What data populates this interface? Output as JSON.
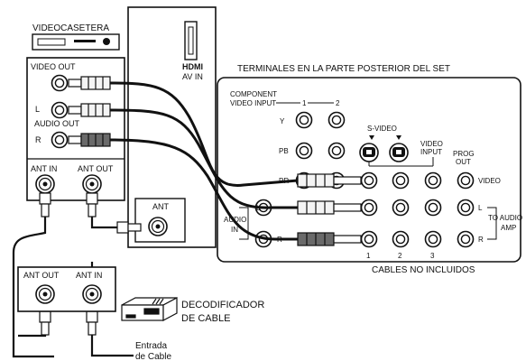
{
  "vcr": {
    "title": "VIDEOCASETERA",
    "video_out": "VIDEO OUT",
    "l": "L",
    "audio_out": "AUDIO OUT",
    "r": "R",
    "ant_in": "ANT  IN",
    "ant_out": "ANT  OUT"
  },
  "hdmi_panel": {
    "hdmi": "HDMI",
    "av_in": "AV IN",
    "ant": "ANT"
  },
  "set_panel": {
    "title": "TERMINALES EN LA PARTE POSTERIOR DEL SET",
    "component_line1": "COMPONENT",
    "component_line2": "VIDEO INPUT",
    "col1": "1",
    "col2": "2",
    "y": "Y",
    "pb": "PB",
    "pr": "PR",
    "s_video": "S-VIDEO",
    "video_input_line1": "VIDEO",
    "video_input_line2": "INPUT",
    "prog_out_line1": "PROG",
    "prog_out_line2": "OUT",
    "video": "VIDEO",
    "audio_in_line1": "AUDIO",
    "audio_in_line2": "IN",
    "l": "L",
    "r": "R",
    "in1": "1",
    "in2": "2",
    "in3": "3",
    "to_audio_amp_line1": "TO AUDIO",
    "to_audio_amp_line2": "AMP",
    "note": "CABLES NO INCLUIDOS"
  },
  "splitter_box": {
    "ant_out": "ANT OUT",
    "ant_in": "ANT  IN"
  },
  "decoder": {
    "line1": "DECODIFICADOR",
    "line2": "DE CABLE"
  },
  "cable_entry": {
    "line1": "Entrada",
    "line2": "de Cable"
  },
  "colors": {
    "line": "#111111",
    "plug_white": "#f4f4f4",
    "plug_gray": "#6a6a6a"
  }
}
